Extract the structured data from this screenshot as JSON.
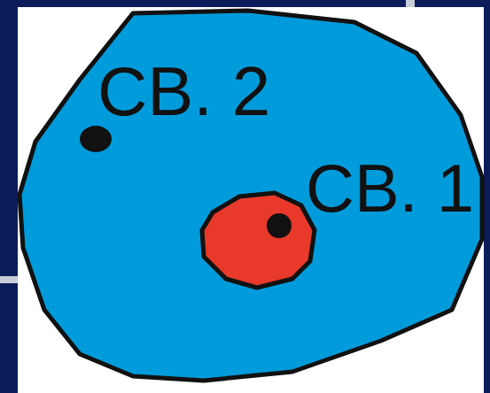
{
  "diagram": {
    "nodes": [
      {
        "text": [
          "СВ. 2"
        ]
      },
      {
        "text": [
          "СВ. 1"
        ],
        "in": 0
      }
    ]
  }
}
